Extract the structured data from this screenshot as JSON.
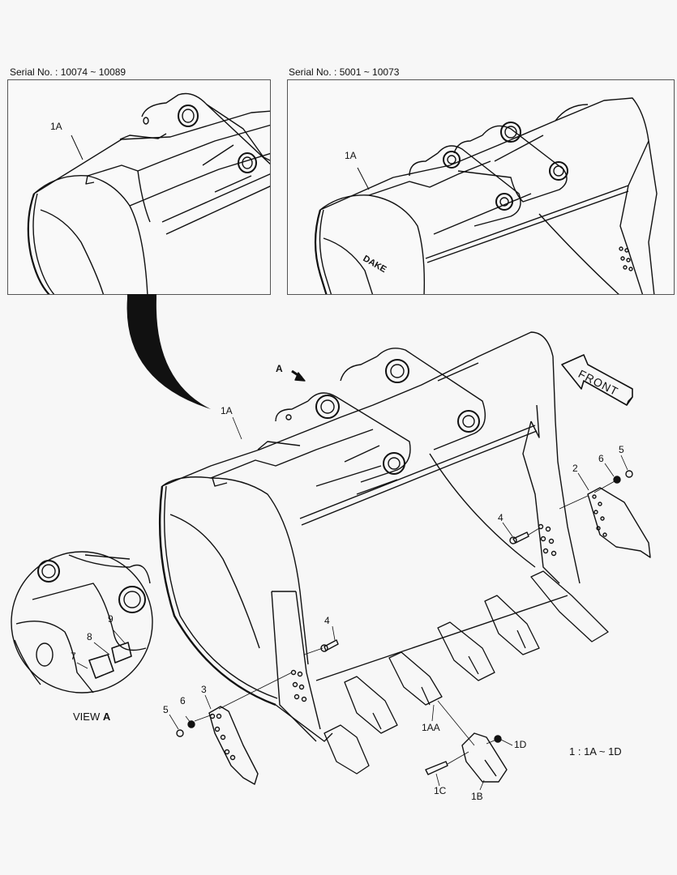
{
  "panels": {
    "left": {
      "serial_label": "Serial No. : 10074 ~ 10089",
      "callout": "1A"
    },
    "right": {
      "serial_label": "Serial No. : 5001 ~ 10073",
      "callout": "1A"
    }
  },
  "main_view": {
    "direction_arrow": "FRONT",
    "view_arrow_label": "A",
    "callouts": {
      "bucket_body": "1A",
      "side_cutter_right": "2",
      "side_cutter_left": "3",
      "bolt_right": "4",
      "bolt_left": "4",
      "nut_right": "5",
      "washer_right": "6",
      "nut_left": "5",
      "washer_left": "6",
      "adapter": "1AA",
      "tooth": "1B",
      "pin": "1C",
      "lock": "1D"
    }
  },
  "detail_view": {
    "title_prefix": "VIEW ",
    "title_letter": "A",
    "callouts": {
      "plate_a": "7",
      "plate_b": "8",
      "plate_c": "9"
    }
  },
  "legend": {
    "text": "1 : 1A ~ 1D"
  },
  "colors": {
    "background": "#f7f7f7",
    "line": "#111111",
    "frame": "#555555"
  }
}
